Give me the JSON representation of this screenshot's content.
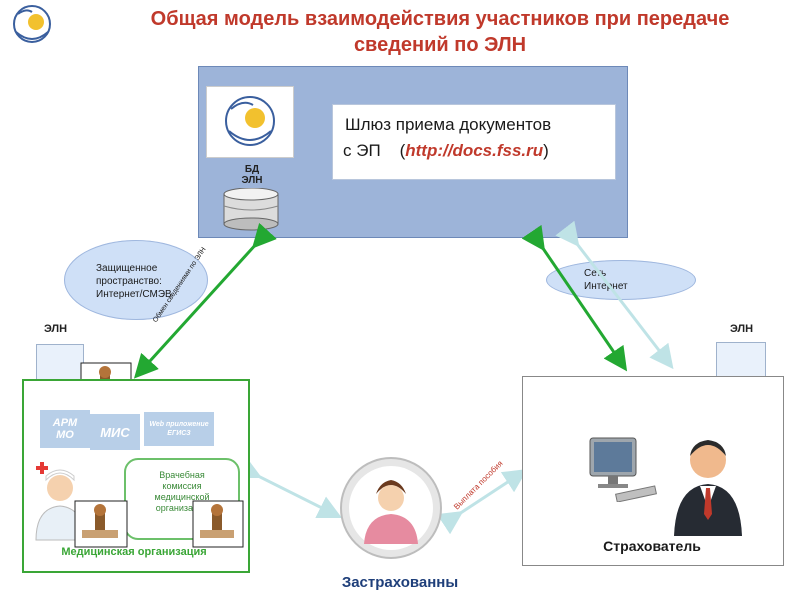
{
  "title_line1": "Общая модель взаимодействия участников при передаче",
  "title_line2": "сведений по ЭЛН",
  "gateway": {
    "line1": "Шлюз приема документов",
    "line2_prefix": "с ЭП",
    "url_open": "(",
    "url": "http://docs.fss.ru",
    "url_close": ")"
  },
  "db": {
    "line1": "БД",
    "line2": "ЭЛН"
  },
  "cloud_left": {
    "line1": "Защищенное",
    "line2": "пространство:",
    "line3": "Интернет/СМЭВ"
  },
  "cloud_right": {
    "line1": "Сеть",
    "line2": "Интернет"
  },
  "arrow_left_label": "Обмен сведениями по ЭЛН",
  "eln_left": "ЭЛН",
  "eln_right": "ЭЛН",
  "med_org": {
    "label": "Медицинская организация",
    "arm_line1": "АРМ",
    "arm_line2": "МО",
    "mis": "МИС",
    "web_line1": "Web приложение",
    "web_line2": "ЕГИСЗ",
    "commission_line1": "Врачебная",
    "commission_line2": "комиссия",
    "commission_line3": "медицинской",
    "commission_line4": "организации"
  },
  "payment_label": "Выплата пособия",
  "insurer_label": "Страхователь",
  "insured_label": "Застрахованны",
  "colors": {
    "title": "#c0392b",
    "gateway_bg": "#9db4d9",
    "green_arrow": "#23a832",
    "pale_arrow": "#bfe3e6",
    "med_border": "#3aa636",
    "insured_text": "#1f3f7a"
  }
}
